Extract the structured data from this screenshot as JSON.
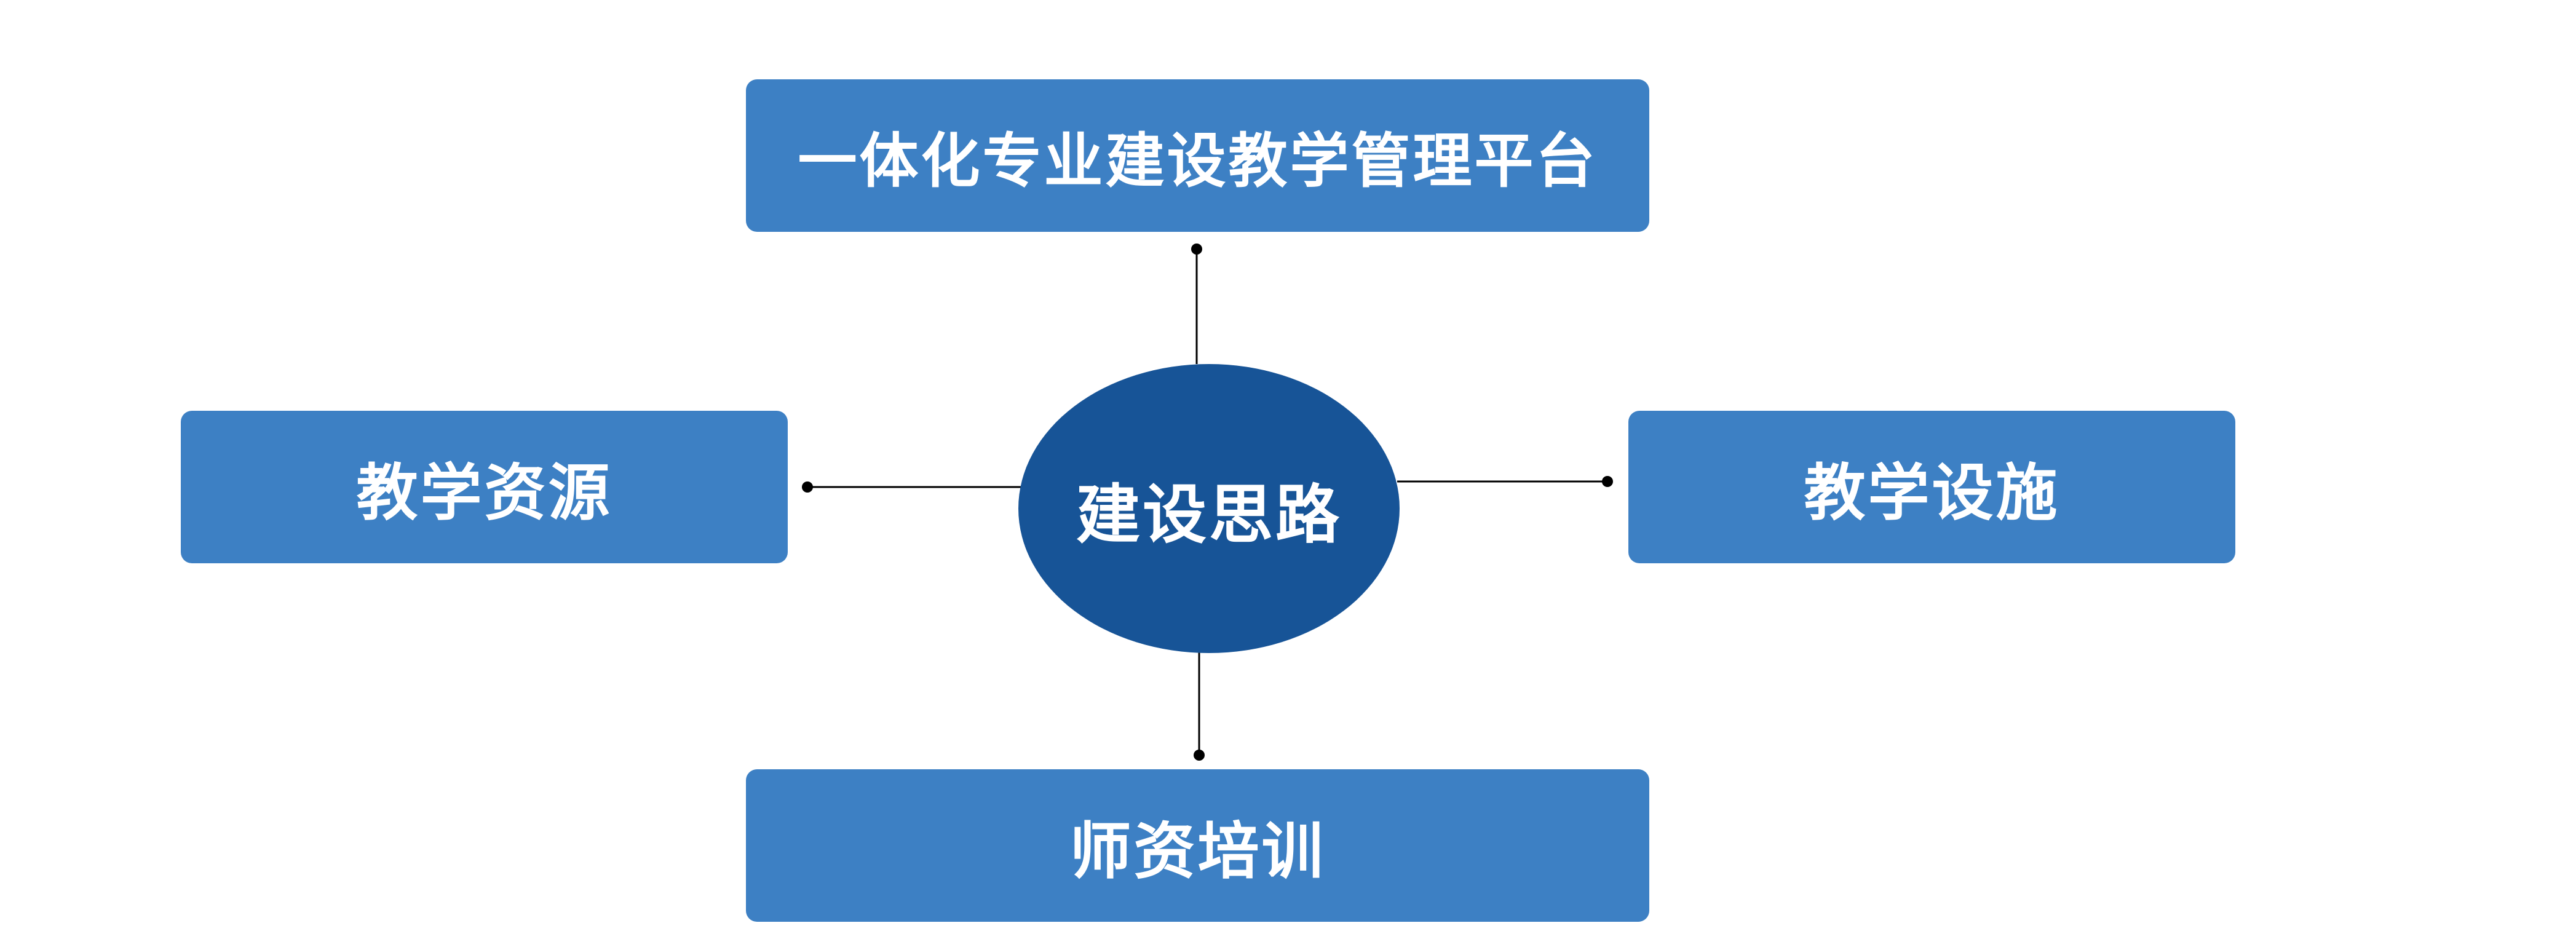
{
  "diagram": {
    "center": {
      "label": "建设思路"
    },
    "nodes": {
      "top": {
        "label": "一体化专业建设教学管理平台"
      },
      "left": {
        "label": "教学资源"
      },
      "right": {
        "label": "教学设施"
      },
      "bottom": {
        "label": "师资培训"
      }
    },
    "colors": {
      "box": "#3d80c4",
      "center": "#175497",
      "text": "#ffffff",
      "connector": "#000000"
    }
  }
}
